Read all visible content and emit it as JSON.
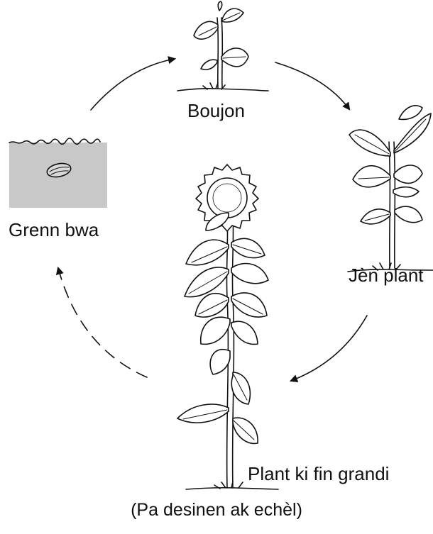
{
  "stages": {
    "seed": "Grenn bwa",
    "sprout": "Boujon",
    "young_plant": "Jèn plant",
    "mature_plant": "Plant ki fin grandi"
  },
  "note": "(Pa desinen ak echèl)",
  "colors": {
    "soil_fill": "#c8c8c8",
    "ink": "#111111",
    "background": "#ffffff"
  },
  "arrows": [
    {
      "from": "seed",
      "to": "sprout",
      "style": "solid"
    },
    {
      "from": "sprout",
      "to": "young_plant",
      "style": "solid"
    },
    {
      "from": "young_plant",
      "to": "mature_plant",
      "style": "solid"
    },
    {
      "from": "mature_plant",
      "to": "seed",
      "style": "dashed"
    }
  ]
}
